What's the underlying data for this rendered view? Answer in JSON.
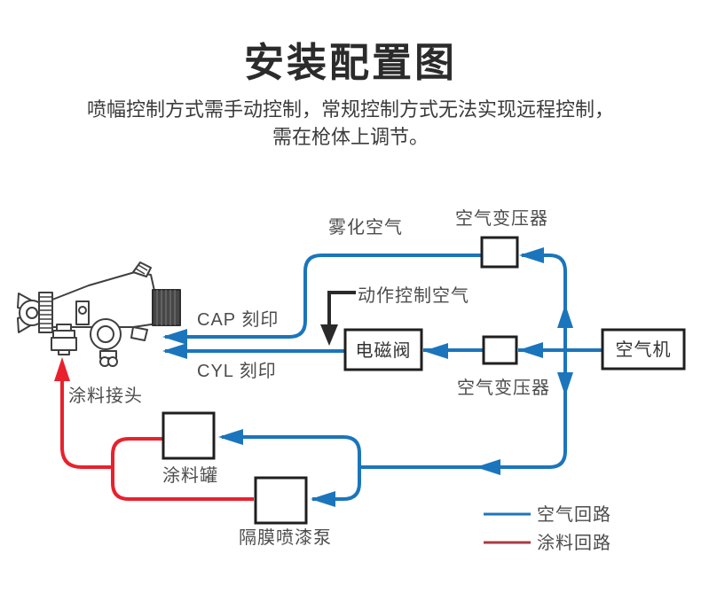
{
  "header": {
    "title": "安装配置图",
    "subtitle_line1": "喷幅控制方式需手动控制，常规控制方式无法实现远程控制，",
    "subtitle_line2": "需在枪体上调节。"
  },
  "diagram": {
    "labels": {
      "atomizing_air": "雾化空气",
      "air_transformer_top": "空气变压器",
      "action_control_air": "动作控制空气",
      "cap_mark": "CAP 刻印",
      "cyl_mark": "CYL 刻印",
      "air_transformer_bottom": "空气变压器",
      "paint_connector": "涂料接头",
      "paint_tank": "涂料罐",
      "diaphragm_pump": "隔膜喷漆泵"
    },
    "boxes": {
      "solenoid_valve": "电磁阀",
      "air_compressor": "空气机"
    },
    "legend": {
      "air_loop": "空气回路",
      "paint_loop": "涂料回路"
    },
    "colors": {
      "air_circuit_blue": "#1b75bc",
      "paint_circuit_red": "#e8212d",
      "legend_paint_red": "#a93b43",
      "box_border_black": "#1f1f1f",
      "label_gray": "#4c4c4c"
    }
  }
}
